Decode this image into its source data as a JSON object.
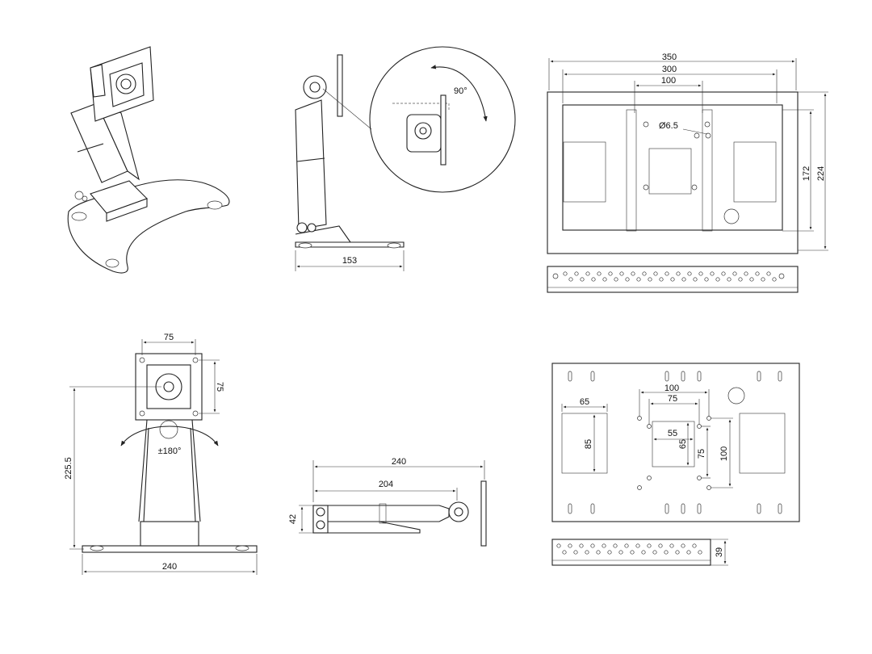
{
  "top_middle_view": {
    "width_dim": "153",
    "rotation_label": "90°"
  },
  "top_right_view": {
    "dims": {
      "total_width": "350",
      "mid_width": "300",
      "inner_width": "100",
      "hole_dia": "Ø6.5",
      "inner_height": "172",
      "total_height": "224"
    }
  },
  "bottom_left_view": {
    "dims": {
      "plate_width": "75",
      "plate_height": "75",
      "height": "225.5",
      "base_width": "240",
      "rotation": "±180°"
    }
  },
  "bottom_middle_view": {
    "dims": {
      "overall_length": "240",
      "arm_length": "204",
      "height": "42"
    }
  },
  "bottom_right_view": {
    "dims": {
      "pattern_outer_w": "100",
      "pattern_inner_w": "75",
      "left_w": "65",
      "left_h": "85",
      "square_w": "55",
      "square_h": "65",
      "pattern_inner_h": "75",
      "pattern_outer_h": "100",
      "thickness": "39"
    }
  }
}
